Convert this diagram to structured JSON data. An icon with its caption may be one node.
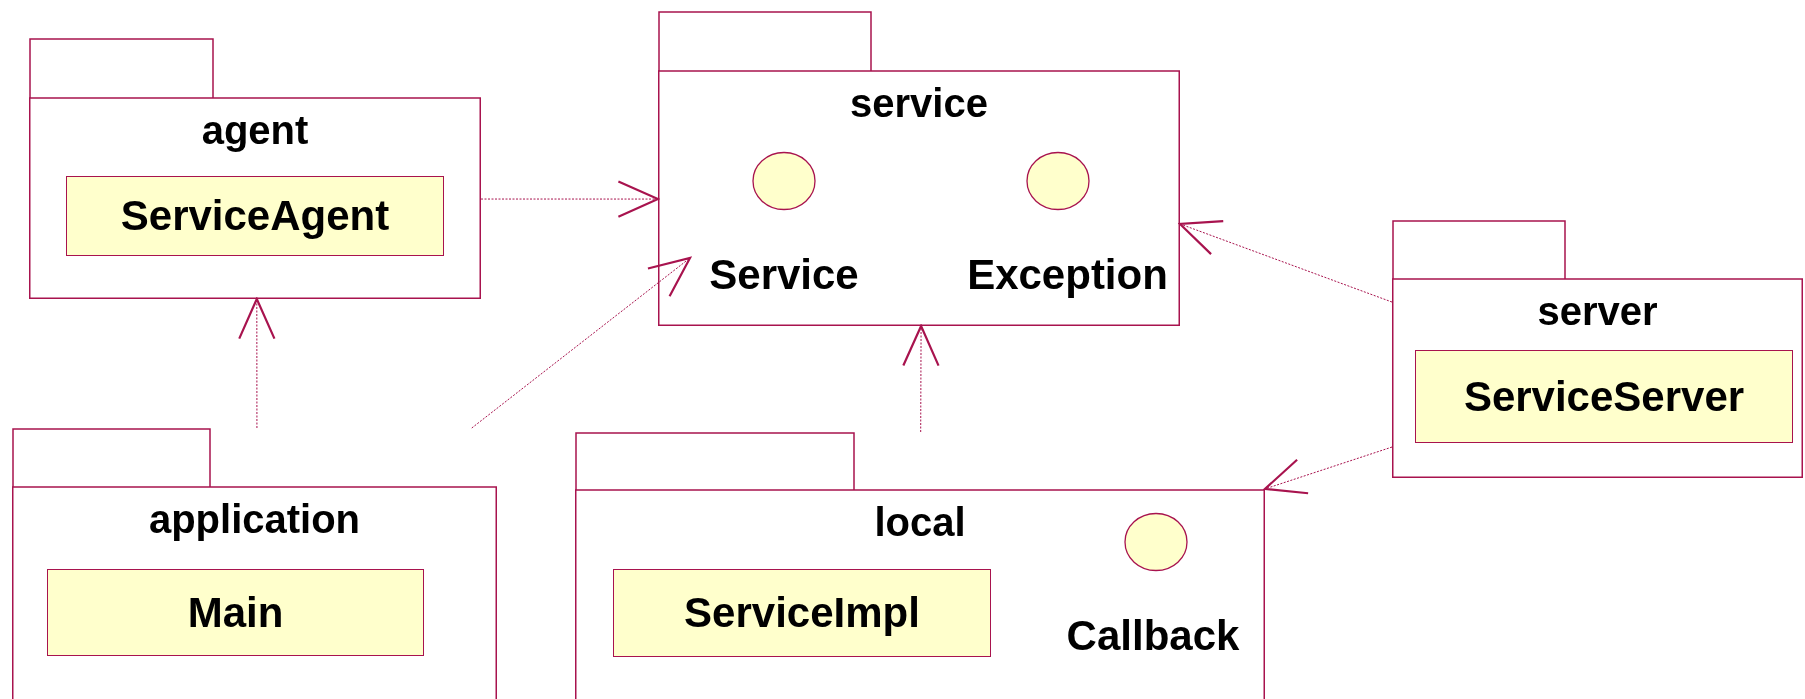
{
  "diagram": {
    "nodes": [
      {
        "text": [
          "agent"
        ]
      },
      {
        "text": [
          "ServiceAgent"
        ],
        "in": 0
      },
      {
        "text": [
          "service"
        ]
      },
      {
        "text": [
          "Service"
        ],
        "in": 2
      },
      {
        "text": [
          "Exception"
        ],
        "in": 2
      },
      {
        "text": [
          "server"
        ]
      },
      {
        "text": [
          "ServiceServer"
        ],
        "in": 5
      },
      {
        "text": [
          "application"
        ]
      },
      {
        "text": [
          "Main"
        ],
        "in": 7
      },
      {
        "text": [
          "local"
        ]
      },
      {
        "text": [
          "ServiceImpl"
        ],
        "in": 9
      },
      {
        "text": [
          "Callback"
        ],
        "in": 9
      }
    ],
    "edges": [
      {
        "from": 0,
        "to": 2,
        "arrow": "to",
        "style": "dashed"
      },
      {
        "from": 7,
        "to": 3,
        "arrow": "to",
        "style": "dashed"
      },
      {
        "from": 7,
        "to": 0,
        "arrow": "to",
        "style": "dashed"
      },
      {
        "from": 9,
        "to": 2,
        "arrow": "to",
        "style": "dashed"
      },
      {
        "from": 5,
        "to": 2,
        "arrow": "to",
        "style": "dashed"
      },
      {
        "from": 5,
        "to": 9,
        "arrow": "to",
        "style": "dashed"
      }
    ]
  }
}
